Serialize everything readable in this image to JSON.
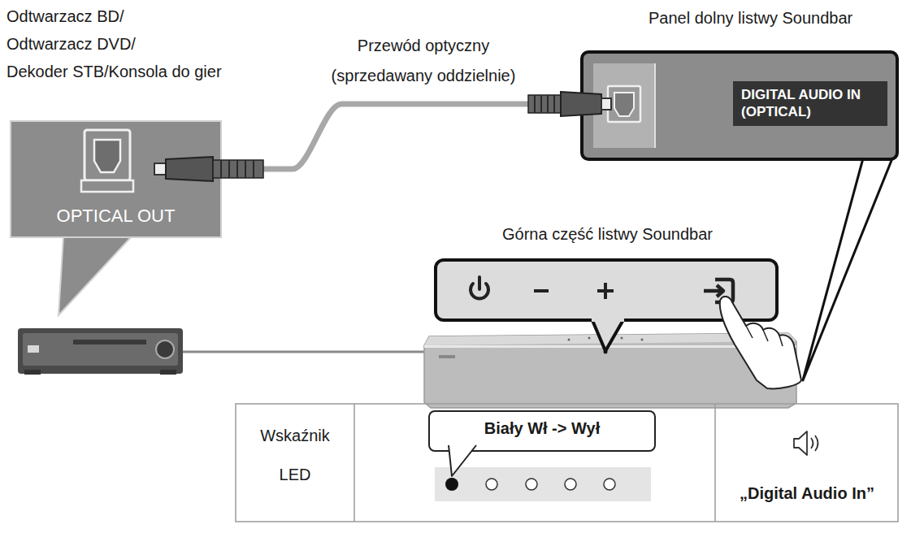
{
  "diagram": {
    "nodes": [
      {
        "text": [
          "OPTICAL OUT"
        ]
      },
      {
        "text": [
          "DIGITAL AUDIO IN (OPTICAL)"
        ]
      },
      {
        "text": [
          "Biały Wł -> Wył"
        ]
      }
    ],
    "edges": [
      {
        "from": 0,
        "to": 1,
        "arrow": "none",
        "label": "Przewód optyczny (sprzedawany oddzielnie)"
      }
    ],
    "labels": [
      "Odtwarzacz BD/",
      "Odtwarzacz DVD/",
      "Dekoder STB/Konsola do gier",
      "Panel dolny listwy Soundbar",
      "Górna część listwy Soundbar",
      "Wskaźnik LED",
      "„Digital Audio In”"
    ]
  }
}
